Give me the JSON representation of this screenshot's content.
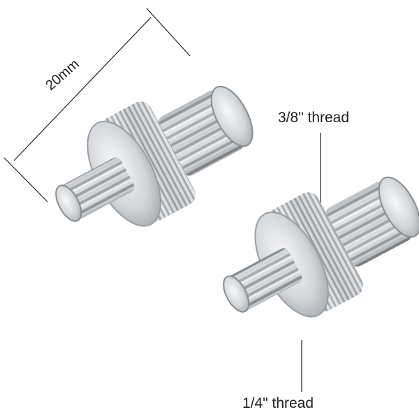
{
  "photo": {
    "subject": "two-knurled-double-ended-camera-screw-adapters",
    "metal_color": "#c9ccd0",
    "shadow_color": "#6e7277",
    "highlight_color": "#f6f7f8"
  },
  "annotations": {
    "dimension_label": "20mm",
    "top_thread_label": "3/8\" thread",
    "bottom_thread_label": "1/4\" thread",
    "line_color": "#1f1f1f"
  }
}
